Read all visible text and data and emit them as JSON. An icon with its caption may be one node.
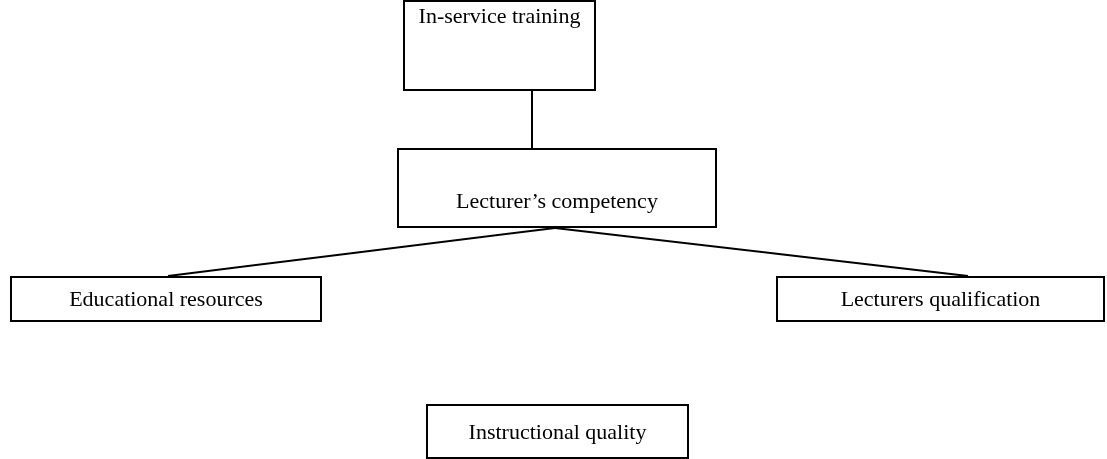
{
  "diagram": {
    "nodes": [
      {
        "text": [
          "In-service training"
        ]
      },
      {
        "text": [
          "Lecturer’s competency"
        ]
      },
      {
        "text": [
          "Educational resources"
        ]
      },
      {
        "text": [
          "Lecturers qualification"
        ]
      },
      {
        "text": [
          "Instructional quality"
        ]
      }
    ],
    "edges": [
      {
        "from": 0,
        "to": 1,
        "arrow": "none"
      },
      {
        "from": 1,
        "to": 2,
        "arrow": "none"
      },
      {
        "from": 1,
        "to": 3,
        "arrow": "none"
      }
    ]
  }
}
